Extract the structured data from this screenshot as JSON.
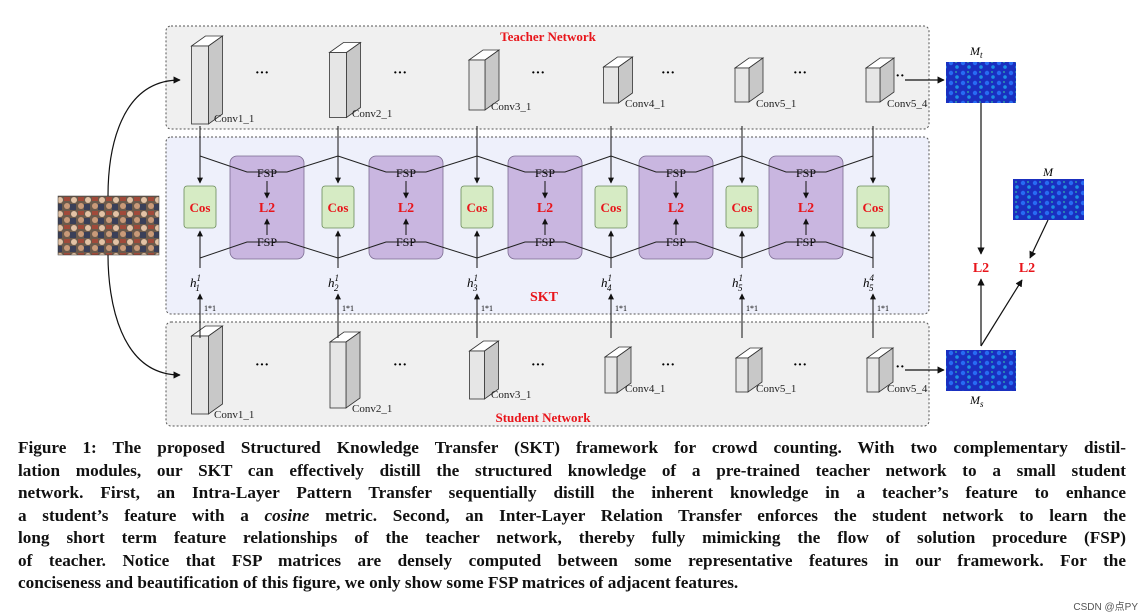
{
  "diagram": {
    "teacher_title": "Teacher Network",
    "student_title": "Student Network",
    "skt_label": "SKT",
    "ellipsis": "···",
    "short_ellipsis": "··",
    "conv_labels": [
      "Conv1_1",
      "Conv2_1",
      "Conv3_1",
      "Conv4_1",
      "Conv5_1",
      "Conv5_4"
    ],
    "cos_label": "Cos",
    "fsp_label": "FSP",
    "l2_label": "L2",
    "h_labels": [
      {
        "base": "h",
        "sub": "1",
        "sup": "1"
      },
      {
        "base": "h",
        "sub": "2",
        "sup": "1"
      },
      {
        "base": "h",
        "sub": "3",
        "sup": "1"
      },
      {
        "base": "h",
        "sub": "4",
        "sup": "1"
      },
      {
        "base": "h",
        "sub": "5",
        "sup": "1"
      },
      {
        "base": "h",
        "sub": "5",
        "sup": "4"
      }
    ],
    "conv1x1_label": "1*1",
    "map_teacher": {
      "base": "M",
      "sub": "t"
    },
    "map_gt": {
      "base": "M"
    },
    "map_student": {
      "base": "M",
      "sub": "s"
    },
    "colors": {
      "box_bg": "#f0f0f0",
      "skt_bg": "#eef0fb",
      "cos_fill": "#d6ebc4",
      "fsp_fill": "#c9b6e0",
      "red": "#e8151b",
      "heatmap": "#1c37c9"
    }
  },
  "caption": {
    "lines": [
      "Figure 1: The proposed Structured Knowledge Transfer (SKT) framework for crowd counting. With two complementary distil-",
      "lation modules, our SKT can effectively distill the structured knowledge of a pre-trained teacher network to a small student",
      "network. First, an Intra-Layer Pattern Transfer sequentially distill the inherent knowledge in a teacher’s feature to enhance",
      "a student’s feature with a ",
      "cosine",
      " metric. Second, an Inter-Layer Relation Transfer enforces the student network to learn the",
      "long short term feature relationships of the teacher network, thereby fully mimicking the flow of solution procedure (FSP)",
      "of teacher. Notice that FSP matrices are densely computed between some representative features in our framework. For the",
      "conciseness and beautification of this figure, we only show some FSP matrices of adjacent features."
    ]
  },
  "watermark": "CSDN @点PY"
}
